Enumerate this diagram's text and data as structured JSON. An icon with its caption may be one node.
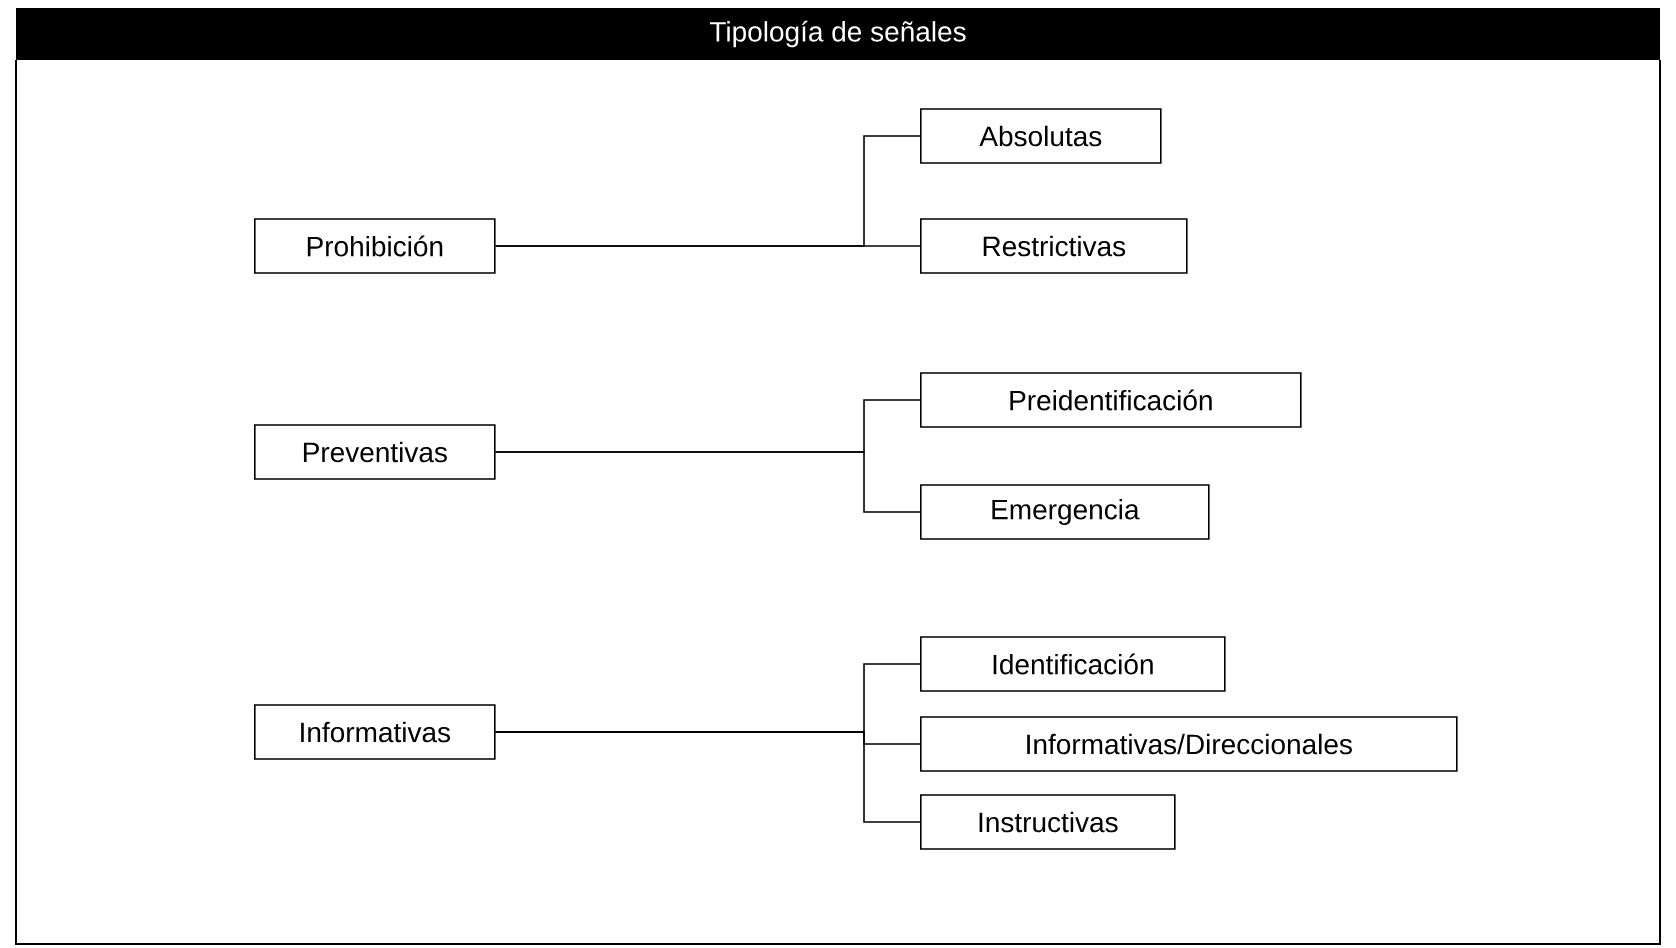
{
  "diagram": {
    "title": "Tipología de señales",
    "nodes": [
      {
        "text": [
          "Prohibición"
        ]
      },
      {
        "text": [
          "Absolutas"
        ]
      },
      {
        "text": [
          "Restrictivas"
        ]
      },
      {
        "text": [
          "Preventivas"
        ]
      },
      {
        "text": [
          "Preidentificación"
        ]
      },
      {
        "text": [
          "Emergencia"
        ]
      },
      {
        "text": [
          "Informativas"
        ]
      },
      {
        "text": [
          "Identificación"
        ]
      },
      {
        "text": [
          "Informativas/Direccionales"
        ]
      },
      {
        "text": [
          "Instructivas"
        ]
      }
    ],
    "edges": [
      {
        "from": 0,
        "to": 1,
        "arrow": "none"
      },
      {
        "from": 0,
        "to": 2,
        "arrow": "none"
      },
      {
        "from": 3,
        "to": 4,
        "arrow": "none"
      },
      {
        "from": 3,
        "to": 5,
        "arrow": "none"
      },
      {
        "from": 6,
        "to": 7,
        "arrow": "none"
      },
      {
        "from": 6,
        "to": 8,
        "arrow": "none"
      },
      {
        "from": 6,
        "to": 9,
        "arrow": "none"
      }
    ]
  }
}
